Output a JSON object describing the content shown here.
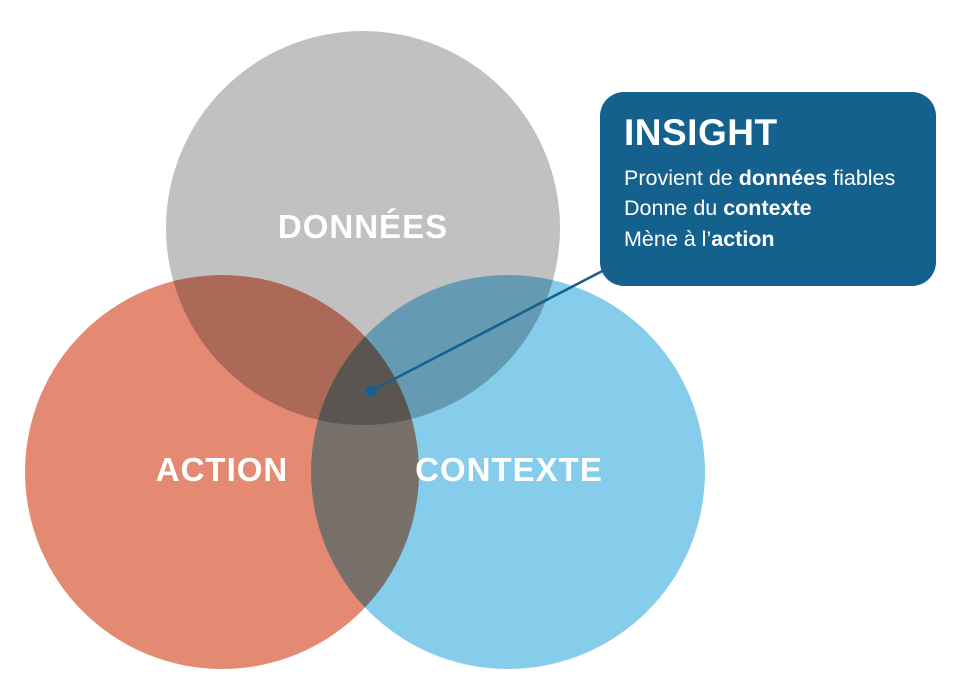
{
  "diagram": {
    "circles": [
      {
        "id": "donnees",
        "label": "DONNÉES",
        "color": "#b9b9b9"
      },
      {
        "id": "action",
        "label": "ACTION",
        "color": "#e17a60"
      },
      {
        "id": "contexte",
        "label": "CONTEXTE",
        "color": "#74c6e9"
      }
    ],
    "callout": {
      "bg": "#15618e",
      "title": "INSIGHT",
      "line1": {
        "pre": "Provient de ",
        "bold": "données",
        "post": " fiables"
      },
      "line2": {
        "pre": "Donne du ",
        "bold": "contexte",
        "post": ""
      },
      "line3": {
        "pre": "Mène à l’",
        "bold": "action",
        "post": ""
      }
    },
    "connector": {
      "color": "#15618e"
    }
  }
}
